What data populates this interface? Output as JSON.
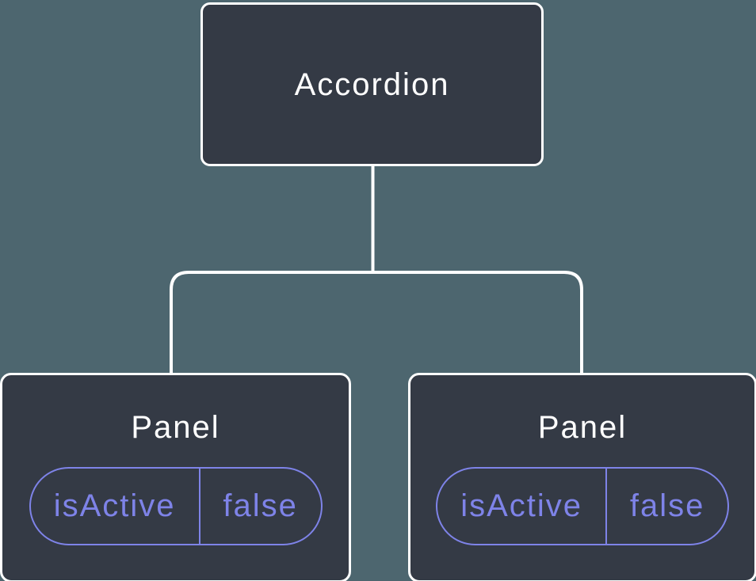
{
  "tree": {
    "root": {
      "label": "Accordion"
    },
    "children": [
      {
        "label": "Panel",
        "state": {
          "name": "isActive",
          "value": "false"
        }
      },
      {
        "label": "Panel",
        "state": {
          "name": "isActive",
          "value": "false"
        }
      }
    ]
  },
  "colors": {
    "background": "#4d666f",
    "node_fill": "#343a45",
    "node_border": "#ffffff",
    "connector_line": "#ffffff",
    "state_accent": "#7e83e8",
    "node_title_text": "#ffffff"
  }
}
